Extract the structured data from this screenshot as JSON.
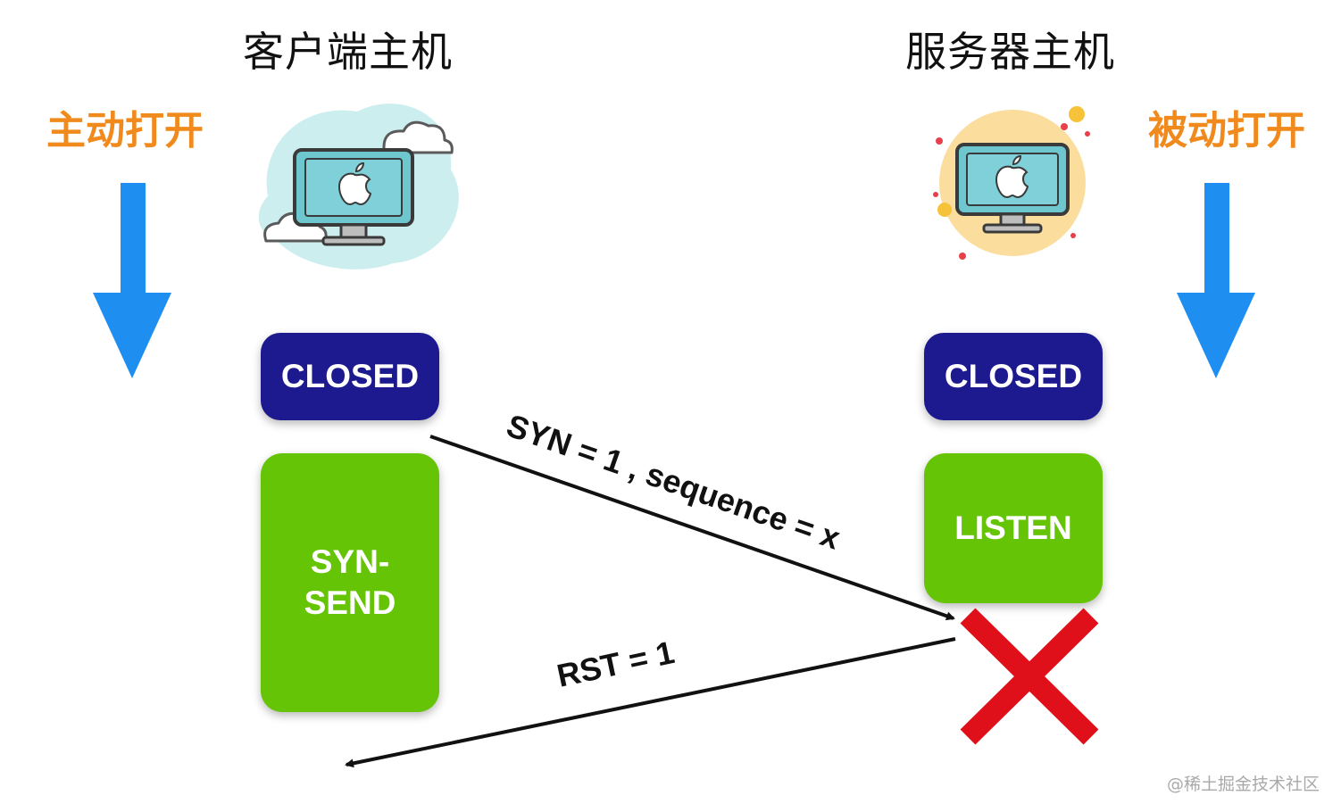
{
  "client": {
    "title": "客户端主机",
    "mode": "主动打开",
    "states": {
      "closed": "CLOSED",
      "syn_send": "SYN-\nSEND"
    }
  },
  "server": {
    "title": "服务器主机",
    "mode": "被动打开",
    "states": {
      "closed": "CLOSED",
      "listen": "LISTEN"
    }
  },
  "messages": {
    "syn": "SYN = 1 , sequence = x",
    "rst": "RST = 1"
  },
  "watermark": "@稀土掘金技术社区",
  "colors": {
    "mode_text": "#f08a1c",
    "arrow_blue": "#1e8ff0",
    "closed_bg": "#1d1a90",
    "state_green": "#66c407",
    "reject_red": "#e0101a"
  },
  "icons": {
    "client": "computer-with-clouds-icon",
    "server": "computer-in-circle-icon",
    "reject": "red-x-icon",
    "down_arrows": "down-arrow-icon"
  }
}
